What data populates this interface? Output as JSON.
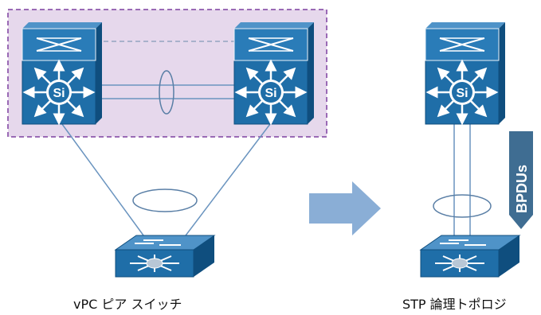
{
  "labels": {
    "left_caption": "vPC ピア スイッチ",
    "right_caption": "STP 論理トポロジ",
    "bpdu_label": "BPDUs"
  },
  "switch_labels": {
    "left_core": "Si",
    "right_core": "Si",
    "logical_core": "Si"
  },
  "colors": {
    "device_blue": "#1f6ea8",
    "device_top": "#4f93c8",
    "device_side": "#0f4e7e",
    "link": "#6a94bf",
    "vpc_box_fill": "#e6d8ec",
    "vpc_box_border": "#9a6ab5",
    "arrow": "#8aaed6",
    "bpdu_tag": "#3f6d92"
  }
}
